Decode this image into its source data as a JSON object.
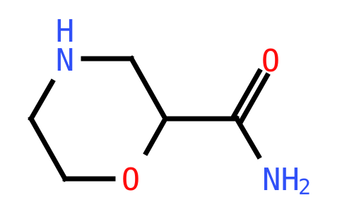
{
  "molecule": {
    "atoms": {
      "ring_nitrogen": {
        "symbol": "N",
        "hydrogen": "H",
        "color": "#3050F8"
      },
      "ring_oxygen": {
        "symbol": "O",
        "color": "#FF0D0D"
      },
      "carbonyl_oxygen": {
        "symbol": "O",
        "color": "#FF0D0D"
      },
      "amide_nitrogen": {
        "symbol": "NH",
        "subscript": "2",
        "color": "#3050F8"
      }
    },
    "bond_color": "#000000"
  }
}
